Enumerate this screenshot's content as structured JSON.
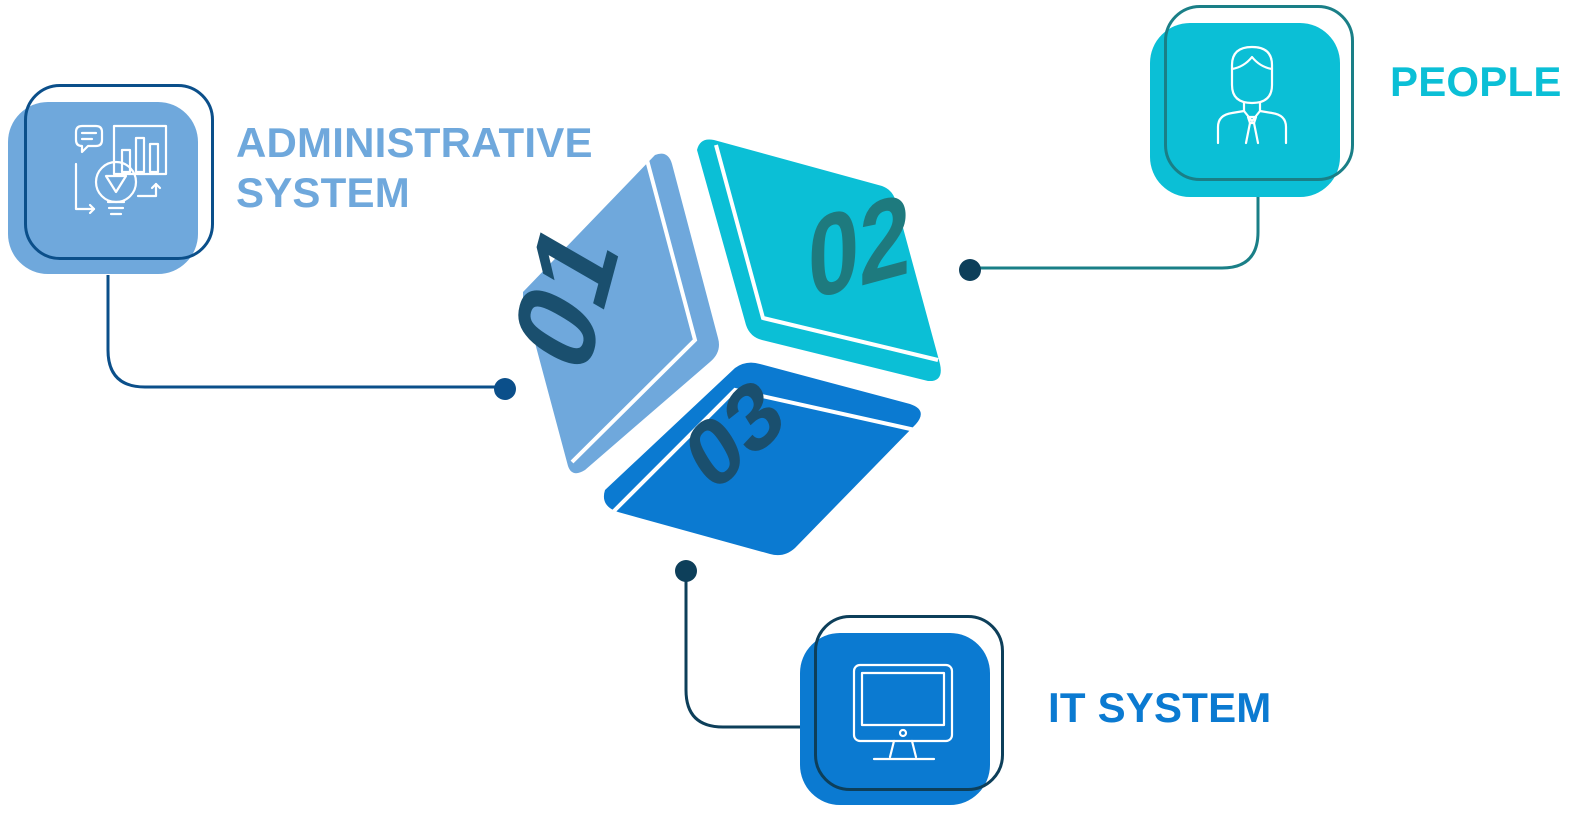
{
  "colors": {
    "admin": "#6fa8dc",
    "admin_line": "#0b4f8a",
    "people": "#0bbfd6",
    "people_line": "#1a7f87",
    "it": "#0b7ad1",
    "it_line": "#0d3f5a",
    "number_dark": "#1a4f6e",
    "number_teal": "#1e7a7e"
  },
  "cube": {
    "faces": [
      {
        "number": "01",
        "color_key": "admin"
      },
      {
        "number": "02",
        "color_key": "people"
      },
      {
        "number": "03",
        "color_key": "it"
      }
    ]
  },
  "items": [
    {
      "key": "admin",
      "label_lines": [
        "ADMINISTRATIVE",
        "SYSTEM"
      ],
      "icon": "idea-chart-icon"
    },
    {
      "key": "people",
      "label_lines": [
        "PEOPLE"
      ],
      "icon": "person-icon"
    },
    {
      "key": "it",
      "label_lines": [
        "IT SYSTEM"
      ],
      "icon": "monitor-icon"
    }
  ]
}
